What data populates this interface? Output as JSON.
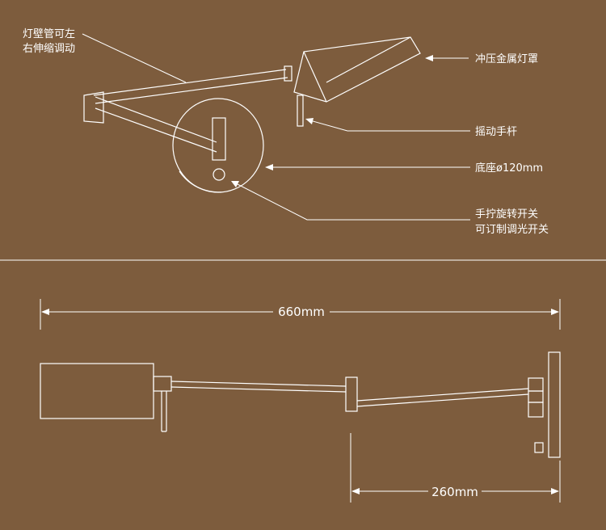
{
  "colors": {
    "background": "#7d5c3d",
    "line": "#ffffff"
  },
  "callouts": {
    "arm_line1": "灯壁管可左",
    "arm_line2": "右伸缩调动",
    "shade": "冲压金属灯罩",
    "handle": "摇动手杆",
    "base": "底座ø120mm",
    "switch_line1": "手拧旋转开关",
    "switch_line2": "可订制调光开关"
  },
  "dimensions": {
    "overall_length": "660mm",
    "arm_reach": "260mm"
  }
}
